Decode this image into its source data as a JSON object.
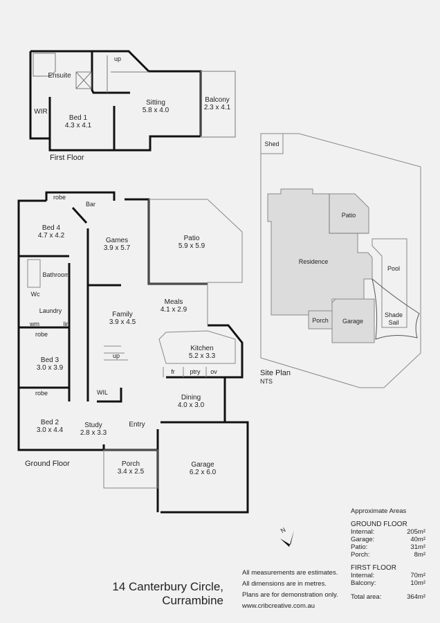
{
  "first_floor": {
    "caption": "First Floor",
    "rooms": {
      "ensuite": "Ensuite",
      "wir": "WIR",
      "bed1": "Bed 1",
      "bed1_dim": "4.3 x 4.1",
      "sitting": "Sitting",
      "sitting_dim": "5.8 x 4.0",
      "balcony": "Balcony",
      "balcony_dim": "2.3 x 4.1",
      "stairs": "up"
    }
  },
  "ground_floor": {
    "caption": "Ground Floor",
    "rooms": {
      "robe4": "robe",
      "bar": "Bar",
      "bed4": "Bed 4",
      "bed4_dim": "4.7 x 4.2",
      "games": "Games",
      "games_dim": "3.9 x 5.7",
      "patio": "Patio",
      "patio_dim": "5.9 x 5.9",
      "bathroom": "Bathroom",
      "wc": "Wc",
      "laundry": "Laundry",
      "wm": "wm",
      "lin": "lin",
      "family": "Family",
      "family_dim": "3.9 x 4.5",
      "meals": "Meals",
      "meals_dim": "4.1 x 2.9",
      "robe3": "robe",
      "bed3": "Bed 3",
      "bed3_dim": "3.0 x 3.9",
      "kitchen": "Kitchen",
      "kitchen_dim": "5.2 x 3.3",
      "fr": "fr",
      "ptry": "ptry",
      "ov": "ov",
      "stairs": "up",
      "wil": "WIL",
      "robe2": "robe",
      "bed2": "Bed 2",
      "bed2_dim": "3.0 x 4.4",
      "study": "Study",
      "study_dim": "2.8 x 3.3",
      "entry": "Entry",
      "dining": "Dining",
      "dining_dim": "4.0 x 3.0",
      "porch": "Porch",
      "porch_dim": "3.4 x 2.5",
      "garage": "Garage",
      "garage_dim": "6.2 x 6.0"
    }
  },
  "site_plan": {
    "caption": "Site Plan",
    "scale": "NTS",
    "labels": {
      "shed": "Shed",
      "patio": "Patio",
      "residence": "Residence",
      "pool": "Pool",
      "porch": "Porch",
      "garage": "Garage",
      "shade": "Shade",
      "sail": "Sail"
    }
  },
  "compass": {
    "label": "N"
  },
  "address": {
    "line1": "14 Canterbury Circle,",
    "line2": "Currambine"
  },
  "disclaimer": [
    "All measurements are estimates.",
    "All dimensions are in metres.",
    "Plans are for demonstration only.",
    "www.cribcreative.com.au"
  ],
  "areas": {
    "title": "Approximate Areas",
    "ground_heading": "GROUND FLOOR",
    "ground": [
      {
        "label": "Internal:",
        "value": "205m²"
      },
      {
        "label": "Garage:",
        "value": "40m²"
      },
      {
        "label": "Patio:",
        "value": "31m²"
      },
      {
        "label": "Porch:",
        "value": "8m²"
      }
    ],
    "first_heading": "FIRST FLOOR",
    "first": [
      {
        "label": "Internal:",
        "value": "70m²"
      },
      {
        "label": "Balcony:",
        "value": "10m²"
      }
    ],
    "total": {
      "label": "Total area:",
      "value": "364m²"
    }
  },
  "colors": {
    "wall": "#111111",
    "fill": "#dcdcdc",
    "background": "#f1f1f1"
  }
}
